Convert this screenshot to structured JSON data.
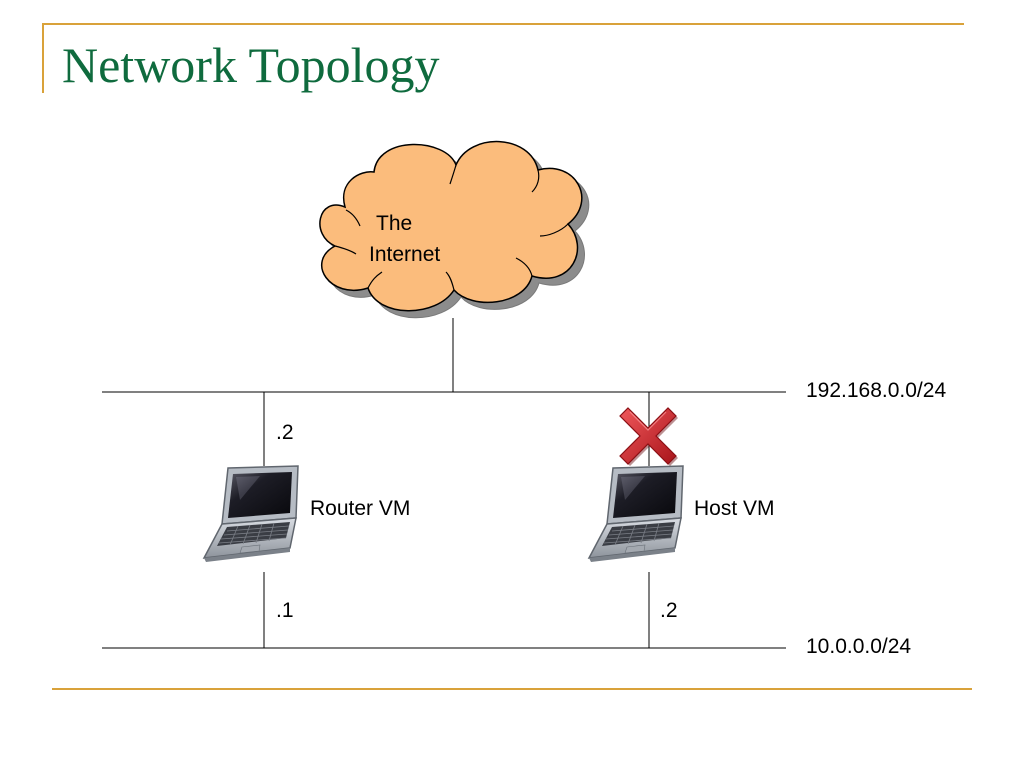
{
  "slide": {
    "title": "Network Topology"
  },
  "diagram": {
    "cloud": {
      "line1": "The",
      "line2": "Internet",
      "fill": "#fbbc7c",
      "stroke": "#000000",
      "shadow": "#8c8c8c"
    },
    "networks": {
      "upper": "192.168.0.0/24",
      "lower": "10.0.0.0/24"
    },
    "router": {
      "name": "Router VM",
      "upper_ip": ".2",
      "lower_ip": ".1",
      "icon": "laptop-icon"
    },
    "host": {
      "name": "Host VM",
      "lower_ip": ".2",
      "icon": "laptop-icon",
      "upper_link_status_icon": "red-x-icon"
    }
  },
  "colors": {
    "title": "#0f6b3e",
    "accent_rule": "#d9a23a",
    "disconnect_mark": "#d9262b"
  }
}
